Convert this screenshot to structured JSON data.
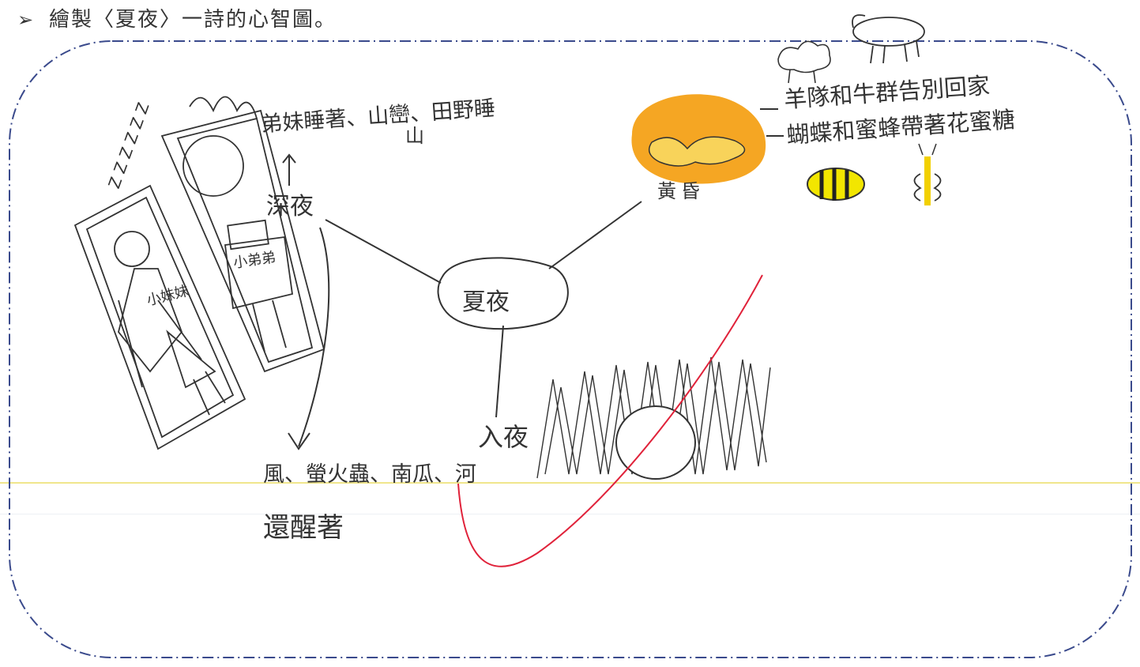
{
  "instruction": {
    "bullet": "➢",
    "text": "繪製〈夏夜〉一詩的心智圖。"
  },
  "mind_map": {
    "center": "夏夜",
    "branches": {
      "deep_night": {
        "label": "深夜",
        "note": "弟妹睡著、山巒、田野睡",
        "note2": "山",
        "below_line1": "風、螢火蟲、南瓜、河",
        "below_line2": "還醒著"
      },
      "dusk": {
        "label": "黃昏",
        "item1": "羊隊和牛群告別回家",
        "item2": "蝴蝶和蜜蜂帶著花蜜糖"
      },
      "nightfall": {
        "label": "入夜"
      }
    },
    "figures": {
      "sister_label": "小妹妹",
      "brother_label": "小弟弟",
      "sleep_symbols": "Z Z Z Z Z Z"
    }
  },
  "colors": {
    "border": "#3a4a8c",
    "sun": "#f5a623",
    "sun_inner": "#f8d35a",
    "red_curve": "#e0223a",
    "bee_yellow": "#f2e600",
    "highlight_line": "#f0e68c"
  }
}
